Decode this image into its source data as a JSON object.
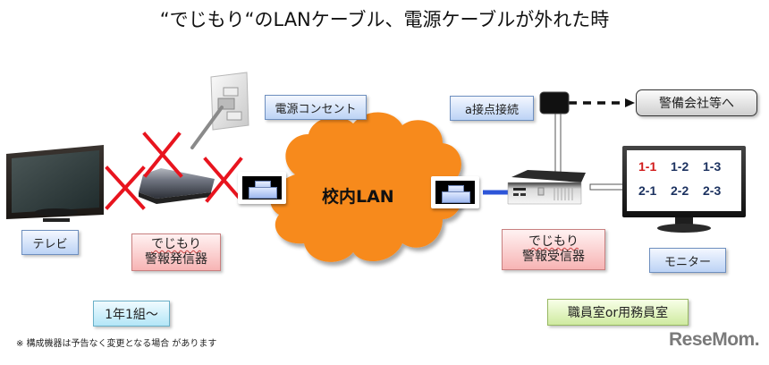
{
  "title": "“でじもり“のLANケーブル、電源ケーブルが外れた時",
  "labels": {
    "tv": "テレビ",
    "power_outlet": "電源コンセント",
    "transmitter_line1": "でじもり",
    "transmitter_line2": "警報発信器",
    "school_lan": "校内LAN",
    "a_contact": "a接点接続",
    "security_company": "警備会社等へ",
    "receiver_line1": "でじもり",
    "receiver_line2": "警報受信器",
    "monitor": "モニター",
    "class_start": "1年1組〜",
    "staff_room": "職員室or用務員室"
  },
  "monitor_grid": [
    {
      "text": "1-1",
      "alert": true
    },
    {
      "text": "1-2",
      "alert": false
    },
    {
      "text": "1-3",
      "alert": false
    },
    {
      "text": "2-1",
      "alert": false
    },
    {
      "text": "2-2",
      "alert": false
    },
    {
      "text": "2-3",
      "alert": false
    }
  ],
  "disconnections": [
    "tv-to-transmitter",
    "power-outlet-to-transmitter",
    "transmitter-to-lan"
  ],
  "colors": {
    "cloud": "#f78a1e",
    "disconnect_x": "#e8141e",
    "alert_text": "#d11a1a",
    "normal_text": "#1c3260",
    "lan_cable": "#2d55d8"
  },
  "footnote": "※ 構成機器は予告なく変更となる場合 があります",
  "logo": "ReseMom."
}
